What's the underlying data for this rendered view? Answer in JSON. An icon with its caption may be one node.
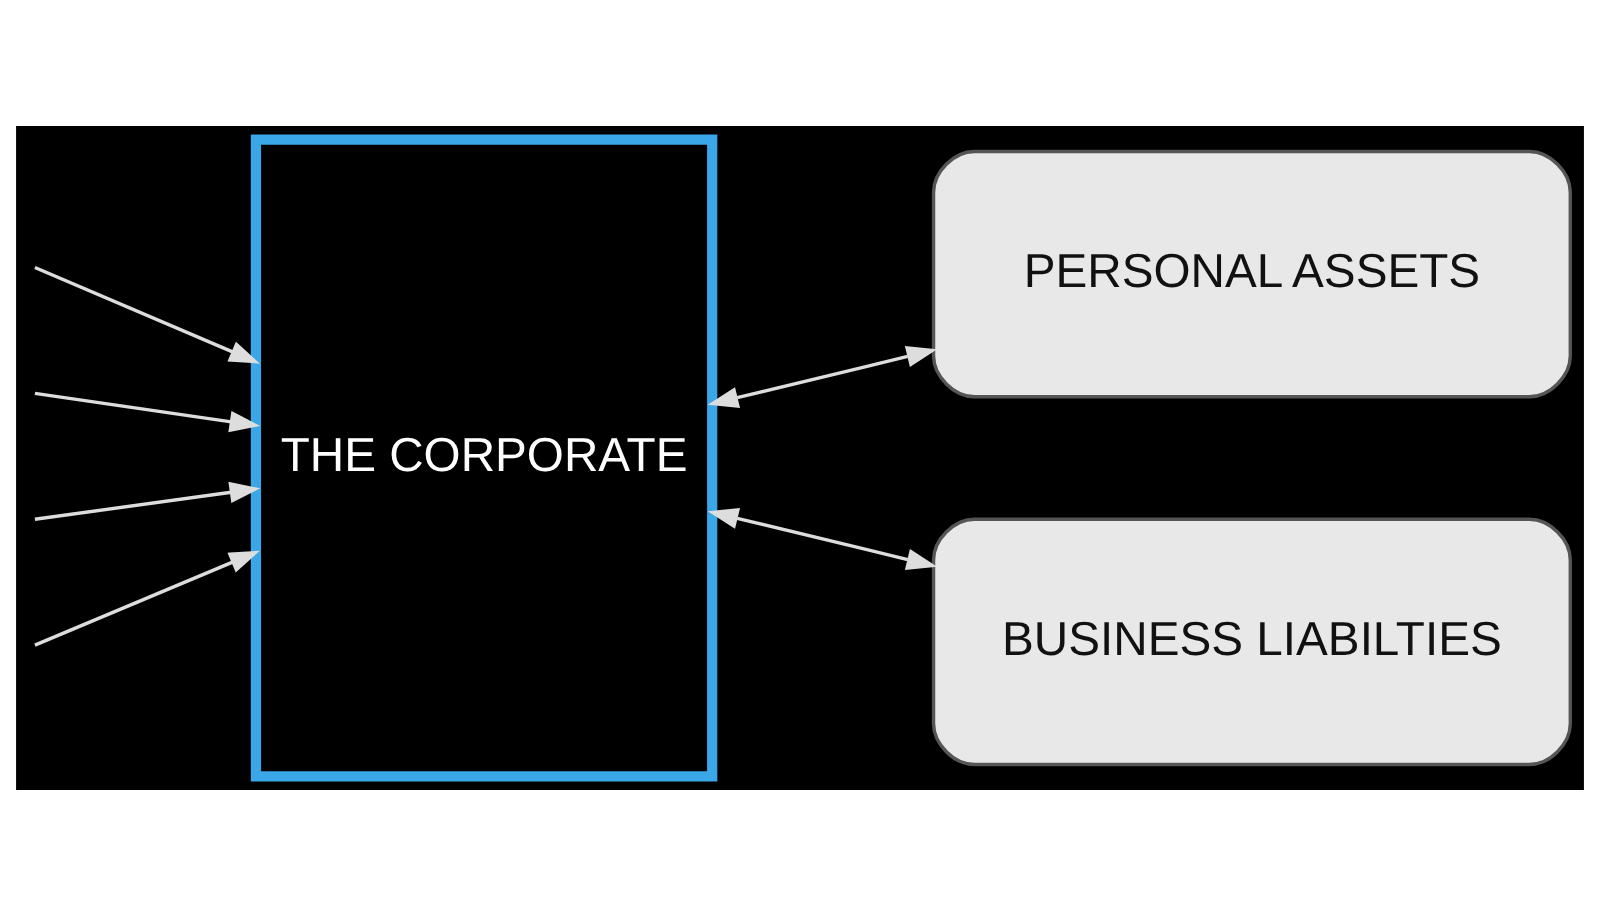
{
  "diagram": {
    "nodes": [
      {
        "text": [
          "PERSONAL ASSETS"
        ]
      },
      {
        "text": [
          "THE CORPORATE"
        ]
      },
      {
        "text": [
          "BUSINESS LIABILTIES"
        ]
      }
    ],
    "edges": [
      {
        "from": null,
        "to": 1,
        "arrow": "to"
      },
      {
        "from": null,
        "to": 1,
        "arrow": "to"
      },
      {
        "from": 1,
        "to": 0,
        "arrow": "both"
      },
      {
        "from": 1,
        "to": 2,
        "arrow": "both"
      },
      {
        "from": null,
        "to": 1,
        "arrow": "to"
      },
      {
        "from": null,
        "to": 1,
        "arrow": "to"
      }
    ]
  }
}
